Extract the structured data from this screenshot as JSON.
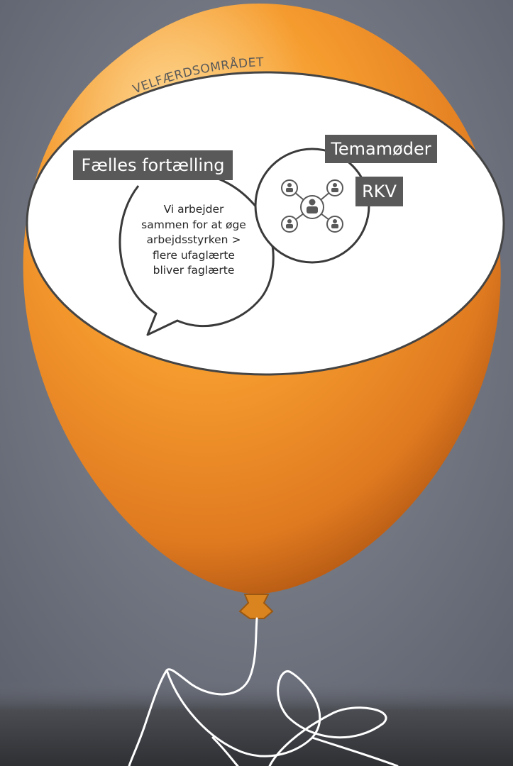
{
  "region_label": "VELFÆRDSOMRÅDET",
  "story": {
    "title": "Fælles fortælling",
    "speech_lines": [
      "Vi arbejder",
      "sammen for at øge",
      "arbejdsstyrken >",
      "flere ufaglærte",
      "bliver faglærte"
    ]
  },
  "meetings": {
    "title": "Temamøder",
    "sub_label": "RKV",
    "icon": "people-network-icon"
  },
  "colors": {
    "balloon": "#f39a2c",
    "balloon_shadow": "#c8641a",
    "background": "#6f737f",
    "label_bg": "#595959",
    "outline": "#3a3a3a"
  }
}
